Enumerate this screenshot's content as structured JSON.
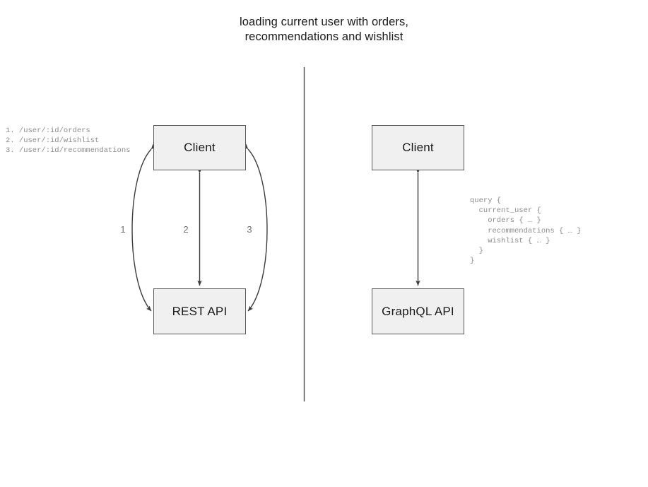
{
  "diagram": {
    "title": "loading current user with orders,\nrecommendations and wishlist",
    "divider_label": "vertical-divider",
    "left_panel": {
      "name": "rest-approach",
      "client_node_label": "Client",
      "api_node_label": "REST API",
      "endpoints_text": "1. /user/:id/orders\n2. /user/:id/wishlist\n3. /user/:id/recommendations",
      "endpoints": [
        {
          "number": "1.",
          "path": "/user/:id/orders"
        },
        {
          "number": "2.",
          "path": "/user/:id/wishlist"
        },
        {
          "number": "3.",
          "path": "/user/:id/recommendations"
        }
      ],
      "edge_labels": [
        "1",
        "2",
        "3"
      ],
      "request_count": 3
    },
    "right_panel": {
      "name": "graphql-approach",
      "client_node_label": "Client",
      "api_node_label": "GraphQL API",
      "query_text": "query {\n  current_user {\n    orders { … }\n    recommendations { … }\n    wishlist { … }\n  }\n}",
      "query_lines": [
        "query {",
        "  current_user {",
        "    orders { … }",
        "    recommendations { … }",
        "    wishlist { … }",
        "  }",
        "}"
      ],
      "request_count": 1
    },
    "colors": {
      "node_fill": "#f0f0f0",
      "node_stroke": "#5a5a5a",
      "connector_stroke": "#3c3c3c",
      "divider_stroke": "#4d4d4d",
      "mono_text": "#8c8c8c",
      "label_text": "#6e6e6e",
      "title_text": "#1a1a1a",
      "background": "#ffffff"
    }
  }
}
